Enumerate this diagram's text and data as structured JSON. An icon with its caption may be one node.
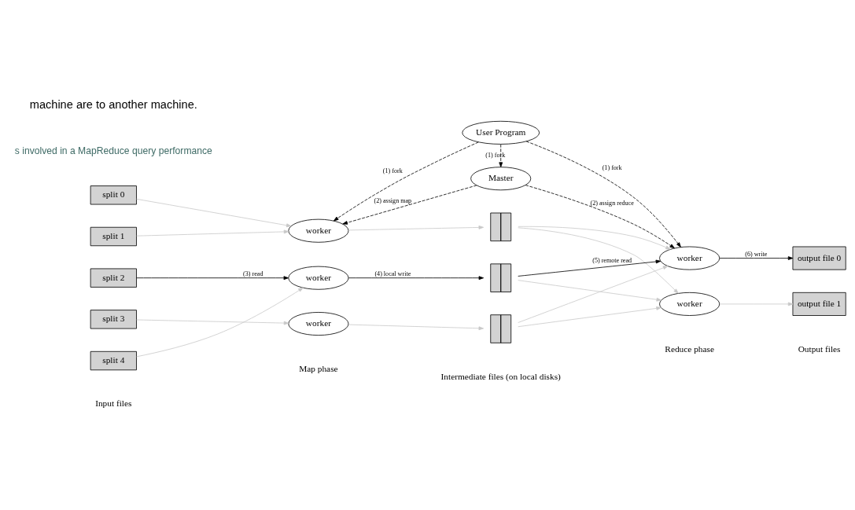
{
  "diagram": {
    "nodes": [
      {
        "text": [
          "User Program"
        ]
      },
      {
        "text": [
          "Master"
        ]
      },
      {
        "text": [
          "worker"
        ]
      },
      {
        "text": [
          "worker"
        ]
      },
      {
        "text": [
          "worker"
        ]
      },
      {
        "text": [
          "split 0"
        ]
      },
      {
        "text": [
          "split 1"
        ]
      },
      {
        "text": [
          "split 2"
        ]
      },
      {
        "text": [
          "split 3"
        ]
      },
      {
        "text": [
          "split 4"
        ]
      },
      {
        "text": [],
        "shape": "box"
      },
      {
        "text": [],
        "shape": "box"
      },
      {
        "text": [],
        "shape": "box"
      },
      {
        "text": [
          "worker"
        ]
      },
      {
        "text": [
          "worker"
        ]
      },
      {
        "text": [
          "output file 0"
        ]
      },
      {
        "text": [
          "output file 1"
        ]
      }
    ],
    "edges": [
      {
        "from": 0,
        "to": 2,
        "arrow": "to",
        "label": "(1) fork",
        "style": "dashed",
        "color": "#000000"
      },
      {
        "from": 0,
        "to": 1,
        "arrow": "to",
        "label": "(1) fork",
        "style": "dashed",
        "color": "#000000"
      },
      {
        "from": 0,
        "to": 13,
        "arrow": "to",
        "label": "(1) fork",
        "style": "dashed",
        "color": "#000000"
      },
      {
        "from": 1,
        "to": 2,
        "arrow": "to",
        "label": "(2) assign map",
        "style": "dashed",
        "color": "#000000"
      },
      {
        "from": 1,
        "to": 13,
        "arrow": "to",
        "label": "(2) assign reduce",
        "style": "dashed",
        "color": "#000000"
      },
      {
        "from": 5,
        "to": 2,
        "arrow": "to"
      },
      {
        "from": 6,
        "to": 2,
        "arrow": "to"
      },
      {
        "from": 7,
        "to": 3,
        "arrow": "to",
        "label": "(3) read",
        "color": "#000000"
      },
      {
        "from": 8,
        "to": 4,
        "arrow": "to"
      },
      {
        "from": 9,
        "to": 3,
        "arrow": "to"
      },
      {
        "from": 2,
        "to": 10,
        "arrow": "to"
      },
      {
        "from": 3,
        "to": 11,
        "arrow": "to",
        "label": "(4) local write",
        "color": "#000000"
      },
      {
        "from": 4,
        "to": 12,
        "arrow": "to"
      },
      {
        "from": 10,
        "to": 13,
        "arrow": "to"
      },
      {
        "from": 10,
        "to": 14,
        "arrow": "to"
      },
      {
        "from": 11,
        "to": 13,
        "arrow": "to",
        "label": "(5) remote read",
        "color": "#000000"
      },
      {
        "from": 11,
        "to": 14,
        "arrow": "to"
      },
      {
        "from": 12,
        "to": 13,
        "arrow": "to"
      },
      {
        "from": 12,
        "to": 14,
        "arrow": "to"
      },
      {
        "from": 13,
        "to": 15,
        "arrow": "to",
        "label": "(6) write",
        "color": "#000000"
      },
      {
        "from": 14,
        "to": 16,
        "arrow": "to"
      }
    ],
    "labels": [
      "machine are to another machine.",
      "s involved in a MapReduce query performance",
      "Input files",
      "Map phase",
      "Intermediate files (on local disks)",
      "Reduce phase",
      "Output files"
    ]
  }
}
